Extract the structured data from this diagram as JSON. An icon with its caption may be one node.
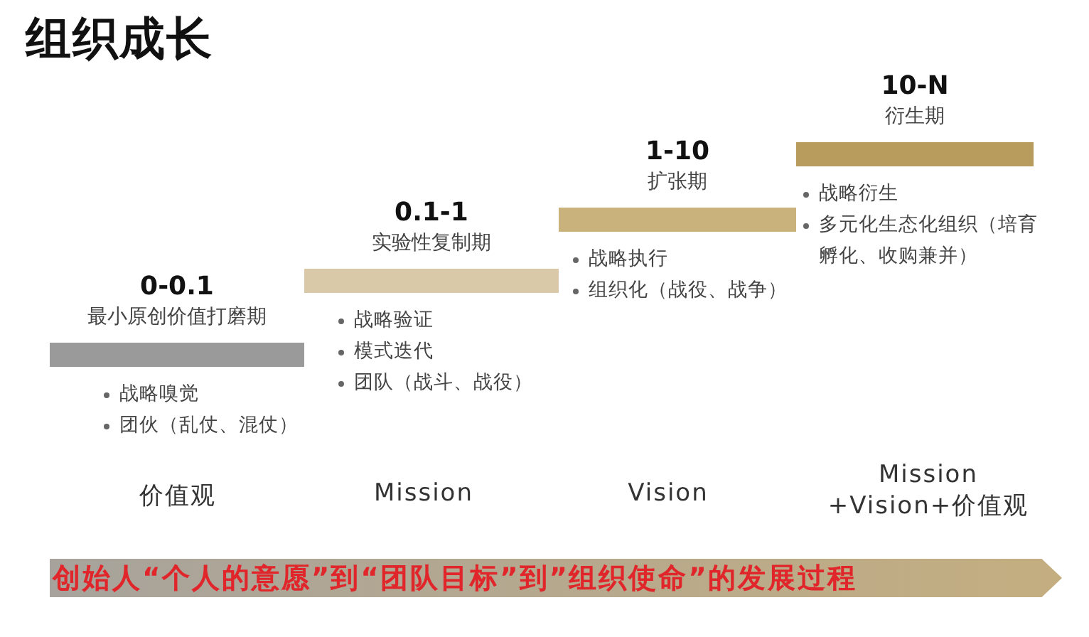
{
  "diagram": {
    "title": "组织成长",
    "nodes": [
      {
        "text": [
          "0-0.1",
          "最小原创价值打磨期",
          "战略嗅觉",
          "团伙（乱仗、混仗）"
        ]
      },
      {
        "text": [
          "0.1-1",
          "实验性复制期",
          "战略验证",
          "模式迭代",
          "团队（战斗、战役）"
        ]
      },
      {
        "text": [
          "1-10",
          "扩张期",
          "战略执行",
          "组织化（战役、战争）"
        ]
      },
      {
        "text": [
          "10-N",
          "衍生期",
          "战略衍生",
          "多元化生态化组织（培育孵化、收购兼并）"
        ]
      },
      {
        "text": [
          "创始人“个人的意愿”到“团队目标”到”组织使命”的发展过程"
        ]
      }
    ],
    "labels": [
      "价值观",
      "Mission",
      "Vision",
      "Mission +Vision+价值观"
    ]
  }
}
